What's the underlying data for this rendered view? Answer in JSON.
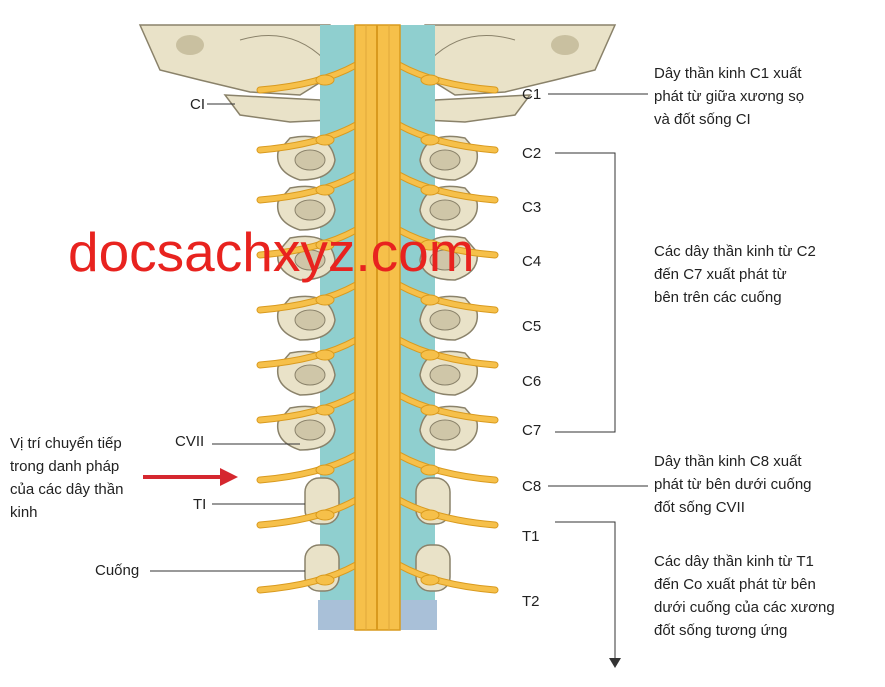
{
  "labels": {
    "left": {
      "ci": "CI",
      "cvii": "CVII",
      "ti": "TI",
      "cuong": "Cuống"
    },
    "right": {
      "c1": "C1",
      "c2": "C2",
      "c3": "C3",
      "c4": "C4",
      "c5": "C5",
      "c6": "C6",
      "c7": "C7",
      "c8": "C8",
      "t1": "T1",
      "t2": "T2"
    }
  },
  "annotations": {
    "c1_note": [
      "Dây thần kinh C1 xuất",
      "phát từ giữa xương sọ",
      "và đốt sống CI"
    ],
    "c2_c7_note": [
      "Các dây thần kinh từ C2",
      "đến C7 xuất phát từ",
      "bên trên các cuống"
    ],
    "c8_note": [
      "Dây thần kinh C8 xuất",
      "phát từ bên dưới cuống",
      "đốt sống CVII"
    ],
    "t1_co_note": [
      "Các dây thần kinh từ T1",
      "đến Co xuất phát từ bên",
      "dưới cuống của các xương",
      "đốt sống tương ứng"
    ],
    "transition_note": [
      "Vị trí chuyển tiếp",
      "trong danh pháp",
      "của các dây thần",
      "kinh"
    ]
  },
  "watermark": "docsachxyz.com",
  "colors": {
    "nerve": "#f6c04a",
    "nerve_stroke": "#d99a1e",
    "bone": "#e9e2c8",
    "bone_stroke": "#8a826a",
    "csf": "#8fcfcf",
    "arrow": "#d5272f",
    "watermark": "#e8231f"
  }
}
